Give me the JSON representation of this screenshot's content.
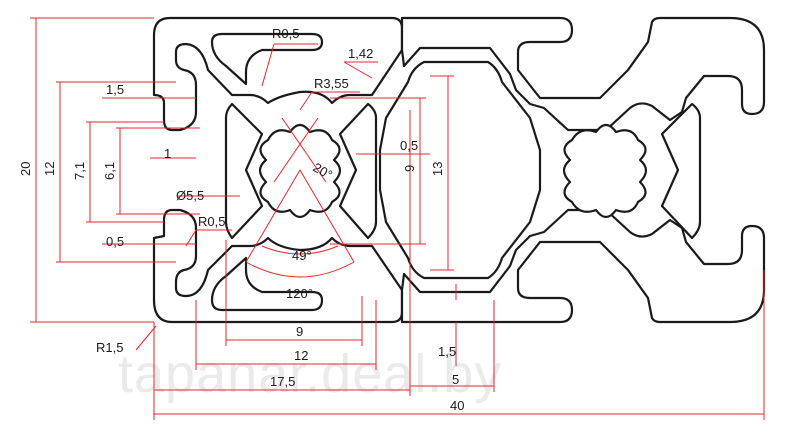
{
  "watermark": "tapanar.deal.by",
  "colors": {
    "outline": "#1a1a1a",
    "dimension": "#e8252b"
  },
  "dimensions": {
    "d_r05_top": "R0,5",
    "d_142": "1,42",
    "d_r355": "R3,55",
    "d_15_left": "1,5",
    "d_1": "1",
    "d_05_right": "0,5",
    "d_20deg": "20°",
    "d_dia55": "Ø5,5",
    "d_r05_left": "R0,5",
    "d_05_left": "0,5",
    "d_49deg": "49°",
    "d_120deg": "120°",
    "d_r15": "R1,5",
    "d_9_bottom": "9",
    "d_12_bottom": "12",
    "d_175": "17,5",
    "d_15_bottom": "1,5",
    "d_5": "5",
    "d_40": "40",
    "d_20": "20",
    "d_12_v": "12",
    "d_71": "7,1",
    "d_61": "6,1",
    "d_9_v": "9",
    "d_13": "13"
  }
}
